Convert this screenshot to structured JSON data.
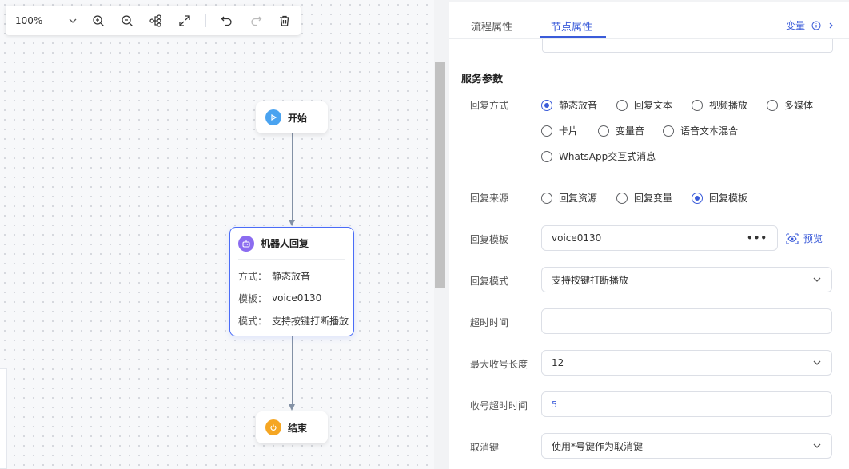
{
  "toolbar": {
    "zoom": "100%",
    "icons": [
      "chevron-down-icon",
      "zoom-in-icon",
      "zoom-out-icon",
      "layout-icon",
      "fullscreen-icon",
      "undo-icon",
      "redo-icon",
      "delete-icon"
    ]
  },
  "flow": {
    "start": "开始",
    "robot": {
      "title": "机器人回复",
      "rows": [
        {
          "key": "方式：",
          "value": "静态放音"
        },
        {
          "key": "模板：",
          "value": "voice0130"
        },
        {
          "key": "模式：",
          "value": "支持按键打断播放"
        }
      ]
    },
    "end": "结束"
  },
  "panel": {
    "tabs": [
      "流程属性",
      "节点属性"
    ],
    "active_tab": 1,
    "variables_label": "变量",
    "section_title": "服务参数",
    "reply_method": {
      "label": "回复方式",
      "options": [
        "静态放音",
        "回复文本",
        "视频播放",
        "多媒体",
        "卡片",
        "变量音",
        "语音文本混合",
        "WhatsApp交互式消息"
      ],
      "selected": 0
    },
    "reply_source": {
      "label": "回复来源",
      "options": [
        "回复资源",
        "回复变量",
        "回复模板"
      ],
      "selected": 2
    },
    "reply_template": {
      "label": "回复模板",
      "value": "voice0130",
      "preview": "预览"
    },
    "reply_mode": {
      "label": "回复模式",
      "value": "支持按键打断播放"
    },
    "timeout": {
      "label": "超时时间",
      "value": ""
    },
    "max_digits": {
      "label": "最大收号长度",
      "value": "12"
    },
    "digit_timeout": {
      "label": "收号超时时间",
      "value": "5"
    },
    "cancel_key": {
      "label": "取消键",
      "value": "使用*号键作为取消键"
    }
  },
  "colors": {
    "accent": "#3a5bd9",
    "start_icon": "#4aa3f0",
    "robot_icon": "#8b6cf0",
    "end_icon": "#f5a623"
  }
}
